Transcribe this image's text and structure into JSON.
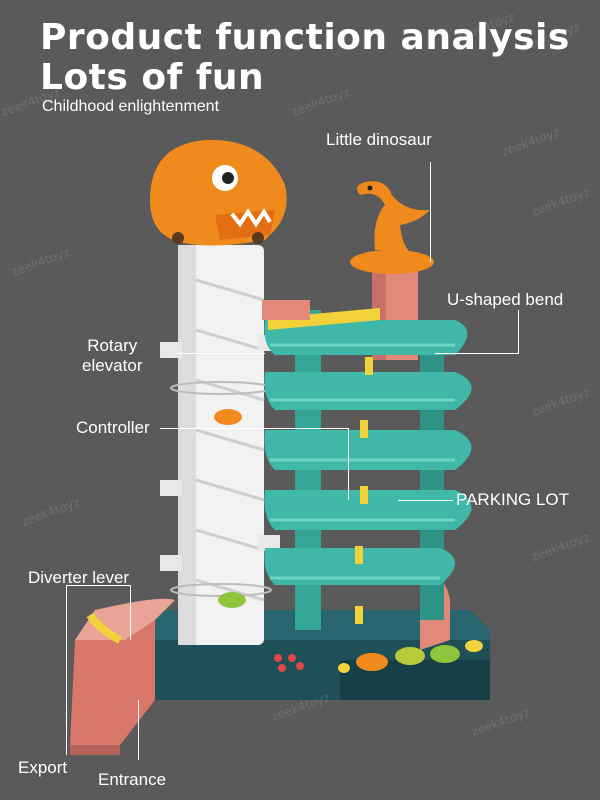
{
  "header": {
    "title_line1": "Product function analysis",
    "title_line2": "Lots of fun",
    "subtitle": "Childhood enlightenment"
  },
  "callouts": {
    "little_dinosaur": "Little dinosaur",
    "rotary_elevator_line1": "Rotary",
    "rotary_elevator_line2": "elevator",
    "u_shaped_bend": "U-shaped bend",
    "controller": "Controller",
    "parking_lot": "PARKING LOT",
    "diverter_lever": "Diverter lever",
    "export": "Export",
    "entrance": "Entrance"
  },
  "watermark": "zeek4toyz",
  "colors": {
    "background": "#5a5a5a",
    "dino_orange": "#f08a1c",
    "track_teal": "#3fb8a8",
    "base_dark_teal": "#1f4f57",
    "slide_pink": "#e2897a",
    "tower_white": "#f2f2f2",
    "switch_yellow": "#f2d23a"
  }
}
